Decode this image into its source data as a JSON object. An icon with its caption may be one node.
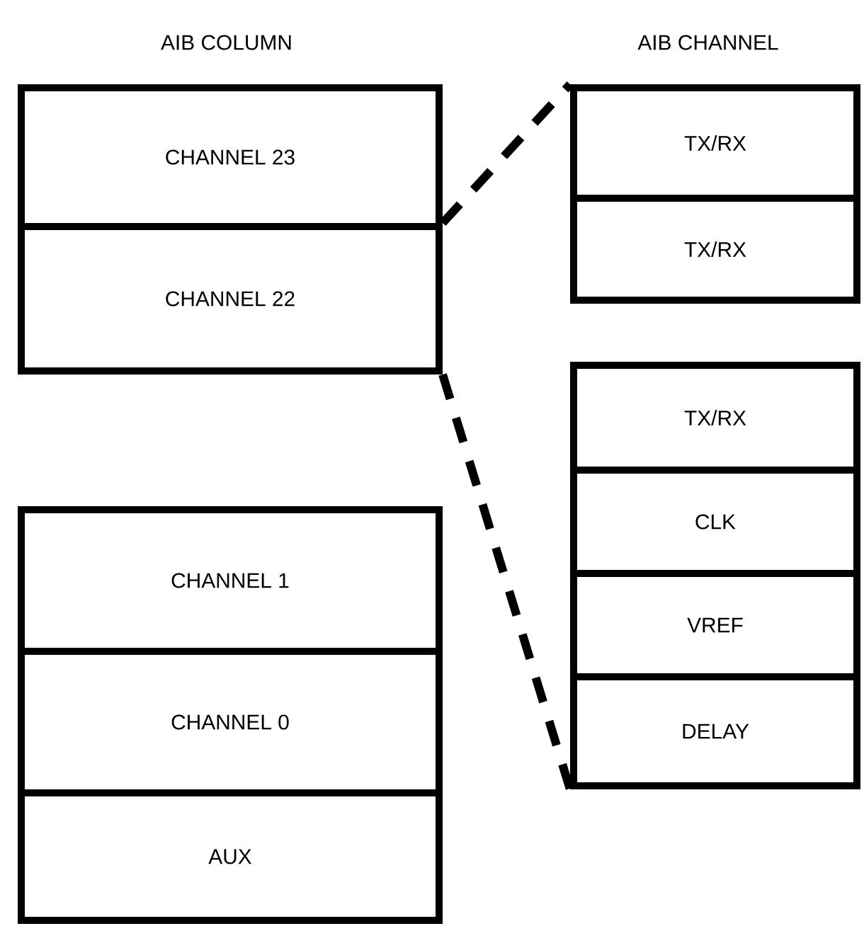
{
  "diagram": {
    "nodes": [
      {
        "text": [
          "CHANNEL 23"
        ]
      },
      {
        "text": [
          "CHANNEL 22"
        ]
      },
      {
        "text": [
          "CHANNEL 1"
        ]
      },
      {
        "text": [
          "CHANNEL 0"
        ]
      },
      {
        "text": [
          "AUX"
        ]
      },
      {
        "text": [
          "TX/RX"
        ]
      },
      {
        "text": [
          "TX/RX"
        ]
      },
      {
        "text": [
          "TX/RX"
        ]
      },
      {
        "text": [
          "CLK"
        ]
      },
      {
        "text": [
          "VREF"
        ]
      },
      {
        "text": [
          "DELAY"
        ]
      }
    ],
    "edges": [
      {
        "from": 1,
        "to": 5,
        "arrow": "none",
        "style": "dashed"
      },
      {
        "from": 1,
        "to": 10,
        "arrow": "none",
        "style": "dashed"
      }
    ],
    "labels": [
      "AIB COLUMN",
      "AIB CHANNEL"
    ]
  }
}
